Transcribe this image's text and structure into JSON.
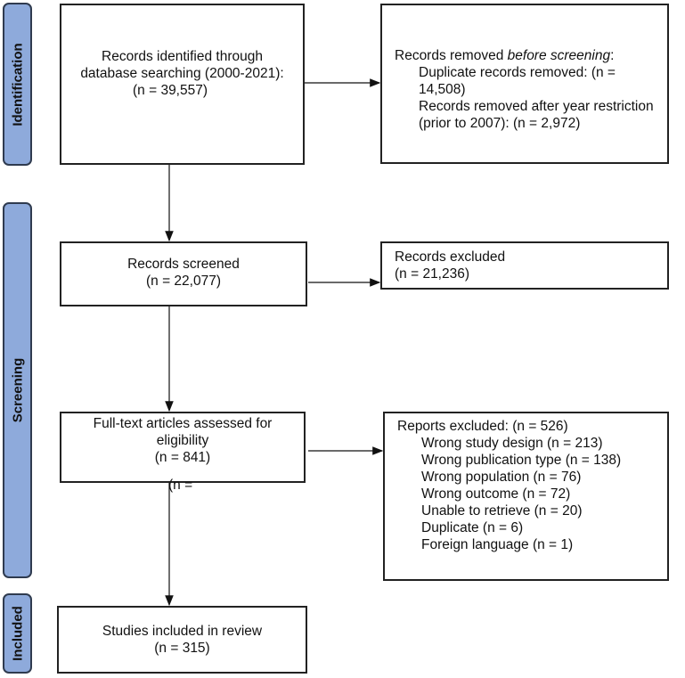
{
  "stages": {
    "identification": "Identification",
    "screening": "Screening",
    "included": "Included"
  },
  "identified": {
    "line1": "Records identified through",
    "line2": "database searching (2000-2021):",
    "count": "(n = 39,557)"
  },
  "removed": {
    "title_prefix": "Records removed ",
    "title_italic": "before screening",
    "title_suffix": ":",
    "dup_line1": "Duplicate records removed: (n =",
    "dup_line2": "14,508)",
    "year_line1": "Records removed after year restriction",
    "year_line2": "(prior to 2007): (n = 2,972)"
  },
  "screened": {
    "label": "Records screened",
    "count": "(n = 22,077)"
  },
  "excluded": {
    "label": "Records excluded",
    "count": "(n = 21,236)"
  },
  "fulltext": {
    "line1": "Full-text articles assessed for",
    "line2": "eligibility",
    "count": "(n = 841)",
    "stray": "(n ="
  },
  "reports_excluded": {
    "title": "Reports excluded: (n = 526)",
    "items": [
      "Wrong study design (n = 213)",
      "Wrong publication type (n = 138)",
      "Wrong population (n = 76)",
      "Wrong outcome (n = 72)",
      "Unable to retrieve (n = 20)",
      "Duplicate (n = 6)",
      "Foreign language (n = 1)"
    ]
  },
  "included": {
    "label": "Studies included in review",
    "count": "(n = 315)"
  },
  "colors": {
    "stage_fill": "#8eaadb",
    "stage_border": "#2f3b4f"
  }
}
